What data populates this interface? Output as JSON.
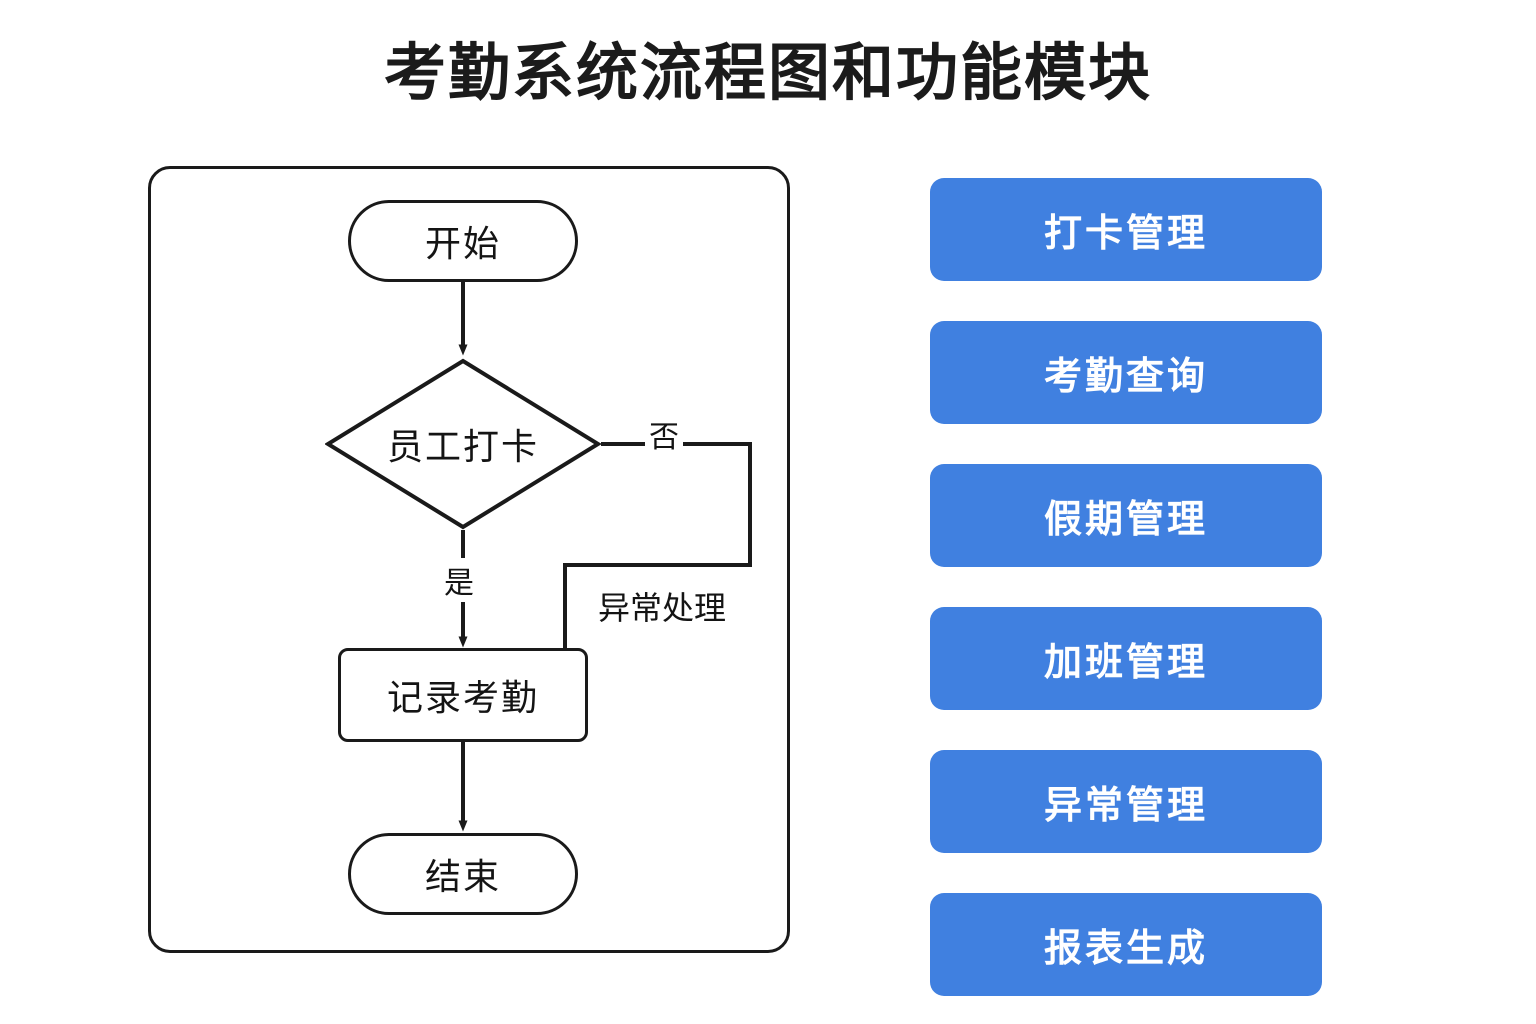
{
  "page": {
    "title": "考勤系统流程图和功能模块",
    "background_color": "#ffffff",
    "accent_color": "#4080e0",
    "line_color": "#1a1a1a"
  },
  "flowchart": {
    "nodes": [
      {
        "id": "start",
        "label": "开始",
        "shape": "stadium"
      },
      {
        "id": "decision",
        "label": "员工打卡",
        "shape": "diamond"
      },
      {
        "id": "process",
        "label": "记录考勤",
        "shape": "rectangle"
      },
      {
        "id": "end",
        "label": "结束",
        "shape": "stadium"
      }
    ],
    "edges": [
      {
        "from": "start",
        "to": "decision",
        "label": ""
      },
      {
        "from": "decision",
        "to": "process",
        "label": "是"
      },
      {
        "from": "decision",
        "to": "process",
        "label": "否"
      },
      {
        "from": "process",
        "to": "end",
        "label": ""
      }
    ],
    "edge_labels": {
      "yes": "是",
      "no": "否",
      "exception": "异常处理"
    }
  },
  "modules": {
    "items": [
      {
        "label": "打卡管理"
      },
      {
        "label": "考勤查询"
      },
      {
        "label": "假期管理"
      },
      {
        "label": "加班管理"
      },
      {
        "label": "异常管理"
      },
      {
        "label": "报表生成"
      }
    ]
  }
}
